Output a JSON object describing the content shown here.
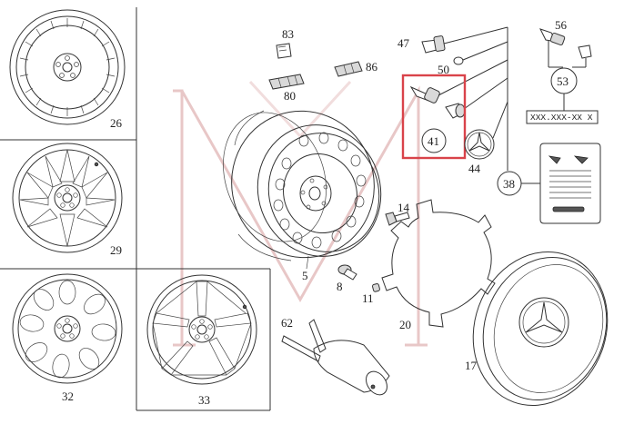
{
  "diagram": {
    "callouts": {
      "p26": "26",
      "p29": "29",
      "p32": "32",
      "p33": "33",
      "p83": "83",
      "p80": "80",
      "p86": "86",
      "p47": "47",
      "p50": "50",
      "p56": "56",
      "p53": "53",
      "p41": "41",
      "p44": "44",
      "p38": "38",
      "p14": "14",
      "p5": "5",
      "p8": "8",
      "p11": "11",
      "p20": "20",
      "p62": "62",
      "p17": "17"
    },
    "part_number_box": "XXX.XXX-XX X",
    "highlighted_callout": "41",
    "colors": {
      "highlight": "#d9434a",
      "line": "#333333",
      "watermark": "#e8c7c7"
    }
  }
}
